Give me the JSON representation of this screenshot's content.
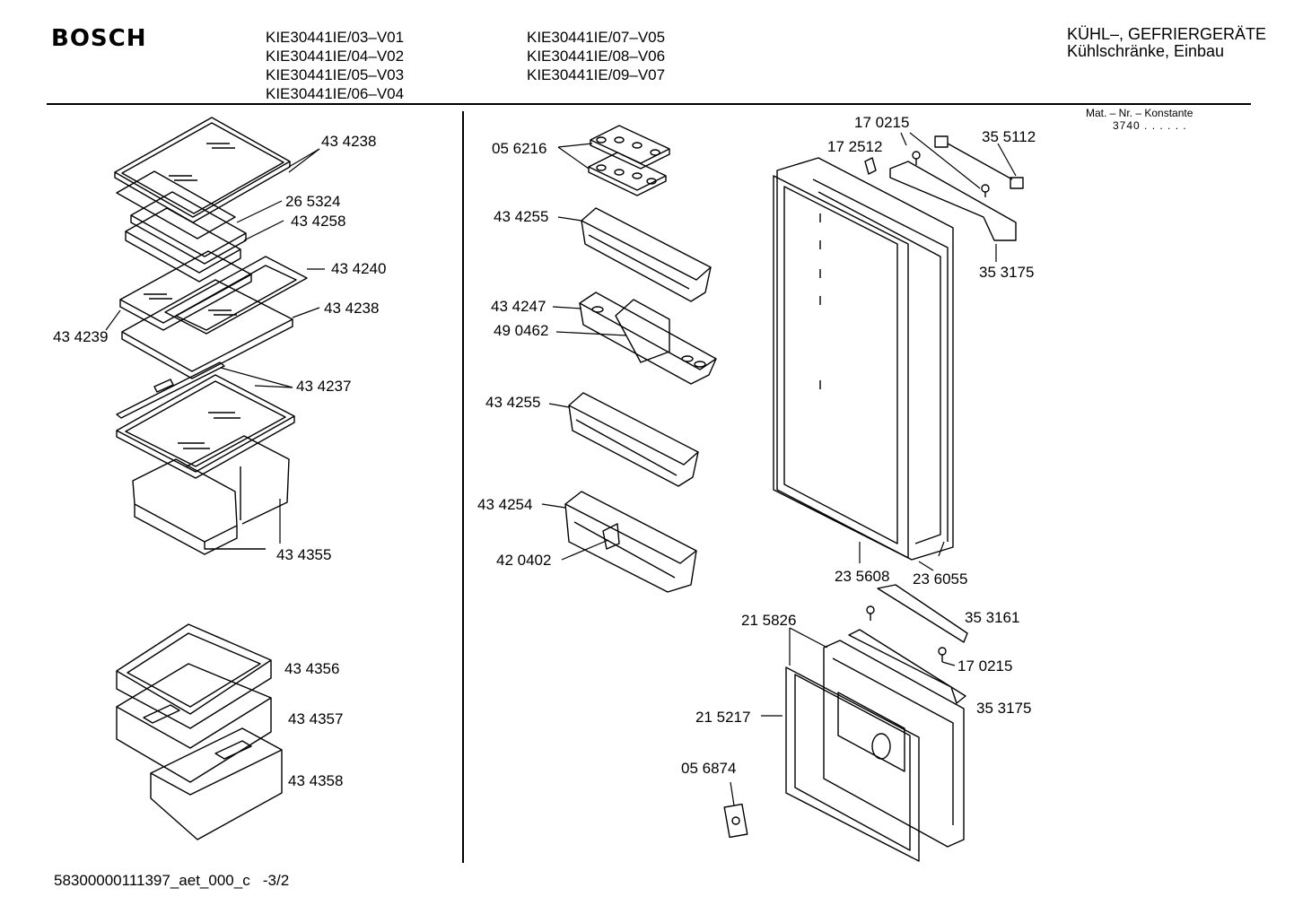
{
  "header": {
    "brand": "BOSCH",
    "models_col1": [
      "KIE30441IE/03–V01",
      "KIE30441IE/04–V02",
      "KIE30441IE/05–V03",
      "KIE30441IE/06–V04"
    ],
    "models_col2": [
      "KIE30441IE/07–V05",
      "KIE30441IE/08–V06",
      "KIE30441IE/09–V07"
    ],
    "category_line1": "KÜHL–, GEFRIERGERÄTE",
    "category_line2": "Kühlschränke, Einbau",
    "matnr_label": "Mat. – Nr. – Konstante",
    "matnr_value": "3740 . . . . . ."
  },
  "parts": {
    "left": [
      "43 4238",
      "26 5324",
      "43 4258",
      "43 4240",
      "43 4238",
      "43 4239",
      "43 4237",
      "43 4355",
      "43 4356",
      "43 4357",
      "43 4358"
    ],
    "middle": [
      "05 6216",
      "43 4255",
      "43 4247",
      "49 0462",
      "43 4255",
      "43 4254",
      "42 0402"
    ],
    "right": [
      "17 0215",
      "35 5112",
      "17 2512",
      "35 3175",
      "23 5608",
      "23 6055",
      "35 3161",
      "21 5826",
      "17 0215",
      "35 3175",
      "21 5217",
      "05 6874"
    ]
  },
  "footer": "58300000111397_aet_000_c   -3/2"
}
